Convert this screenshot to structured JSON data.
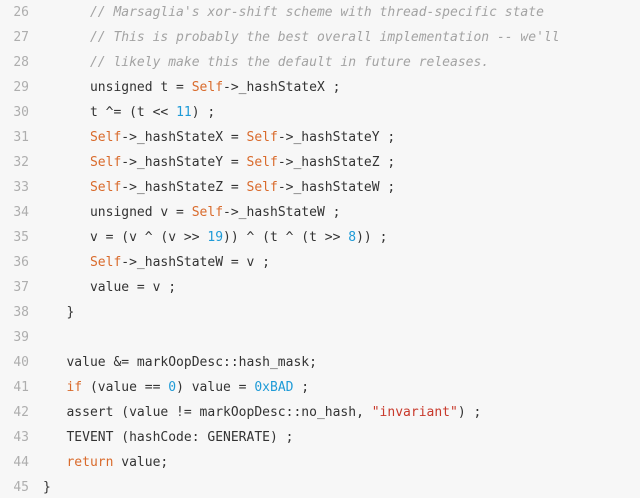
{
  "editor": {
    "lines": [
      {
        "number": "26",
        "indent": "      ",
        "tokens": [
          {
            "t": "comment",
            "v": "// Marsaglia's xor-shift scheme with thread-specific state"
          }
        ]
      },
      {
        "number": "27",
        "indent": "      ",
        "tokens": [
          {
            "t": "comment",
            "v": "// This is probably the best overall implementation -- we'll"
          }
        ]
      },
      {
        "number": "28",
        "indent": "      ",
        "tokens": [
          {
            "t": "comment",
            "v": "// likely make this the default in future releases."
          }
        ]
      },
      {
        "number": "29",
        "indent": "      ",
        "tokens": [
          {
            "t": "plain",
            "v": "unsigned t = "
          },
          {
            "t": "keyword",
            "v": "Self"
          },
          {
            "t": "plain",
            "v": "->_hashStateX ;"
          }
        ]
      },
      {
        "number": "30",
        "indent": "      ",
        "tokens": [
          {
            "t": "plain",
            "v": "t ^= (t << "
          },
          {
            "t": "number",
            "v": "11"
          },
          {
            "t": "plain",
            "v": ") ;"
          }
        ]
      },
      {
        "number": "31",
        "indent": "      ",
        "tokens": [
          {
            "t": "keyword",
            "v": "Self"
          },
          {
            "t": "plain",
            "v": "->_hashStateX = "
          },
          {
            "t": "keyword",
            "v": "Self"
          },
          {
            "t": "plain",
            "v": "->_hashStateY ;"
          }
        ]
      },
      {
        "number": "32",
        "indent": "      ",
        "tokens": [
          {
            "t": "keyword",
            "v": "Self"
          },
          {
            "t": "plain",
            "v": "->_hashStateY = "
          },
          {
            "t": "keyword",
            "v": "Self"
          },
          {
            "t": "plain",
            "v": "->_hashStateZ ;"
          }
        ]
      },
      {
        "number": "33",
        "indent": "      ",
        "tokens": [
          {
            "t": "keyword",
            "v": "Self"
          },
          {
            "t": "plain",
            "v": "->_hashStateZ = "
          },
          {
            "t": "keyword",
            "v": "Self"
          },
          {
            "t": "plain",
            "v": "->_hashStateW ;"
          }
        ]
      },
      {
        "number": "34",
        "indent": "      ",
        "tokens": [
          {
            "t": "plain",
            "v": "unsigned v = "
          },
          {
            "t": "keyword",
            "v": "Self"
          },
          {
            "t": "plain",
            "v": "->_hashStateW ;"
          }
        ]
      },
      {
        "number": "35",
        "indent": "      ",
        "tokens": [
          {
            "t": "plain",
            "v": "v = (v ^ (v >> "
          },
          {
            "t": "number",
            "v": "19"
          },
          {
            "t": "plain",
            "v": ")) ^ (t ^ (t >> "
          },
          {
            "t": "number",
            "v": "8"
          },
          {
            "t": "plain",
            "v": ")) ;"
          }
        ]
      },
      {
        "number": "36",
        "indent": "      ",
        "tokens": [
          {
            "t": "keyword",
            "v": "Self"
          },
          {
            "t": "plain",
            "v": "->_hashStateW = v ;"
          }
        ]
      },
      {
        "number": "37",
        "indent": "      ",
        "tokens": [
          {
            "t": "plain",
            "v": "value = v ;"
          }
        ]
      },
      {
        "number": "38",
        "indent": "   ",
        "tokens": [
          {
            "t": "plain",
            "v": "}"
          }
        ]
      },
      {
        "number": "39",
        "indent": "",
        "tokens": []
      },
      {
        "number": "40",
        "indent": "   ",
        "tokens": [
          {
            "t": "plain",
            "v": "value &= markOopDesc::hash_mask;"
          }
        ]
      },
      {
        "number": "41",
        "indent": "   ",
        "tokens": [
          {
            "t": "keyword",
            "v": "if"
          },
          {
            "t": "plain",
            "v": " (value == "
          },
          {
            "t": "number",
            "v": "0"
          },
          {
            "t": "plain",
            "v": ") value = "
          },
          {
            "t": "number",
            "v": "0xBAD"
          },
          {
            "t": "plain",
            "v": " ;"
          }
        ]
      },
      {
        "number": "42",
        "indent": "   ",
        "tokens": [
          {
            "t": "plain",
            "v": "assert (value != markOopDesc::no_hash, "
          },
          {
            "t": "string",
            "v": "\"invariant\""
          },
          {
            "t": "plain",
            "v": ") ;"
          }
        ]
      },
      {
        "number": "43",
        "indent": "   ",
        "tokens": [
          {
            "t": "plain",
            "v": "TEVENT (hashCode: GENERATE) ;"
          }
        ]
      },
      {
        "number": "44",
        "indent": "   ",
        "tokens": [
          {
            "t": "keyword",
            "v": "return"
          },
          {
            "t": "plain",
            "v": " value;"
          }
        ]
      },
      {
        "number": "45",
        "indent": "",
        "tokens": [
          {
            "t": "plain",
            "v": "}"
          }
        ]
      }
    ]
  },
  "colors": {
    "background": "#f7f7f7",
    "line_number": "#aeaeae",
    "comment": "#a3a3a3",
    "keyword": "#d96a2b",
    "number": "#1f9bd7",
    "string": "#c8392b",
    "plain": "#333333"
  }
}
